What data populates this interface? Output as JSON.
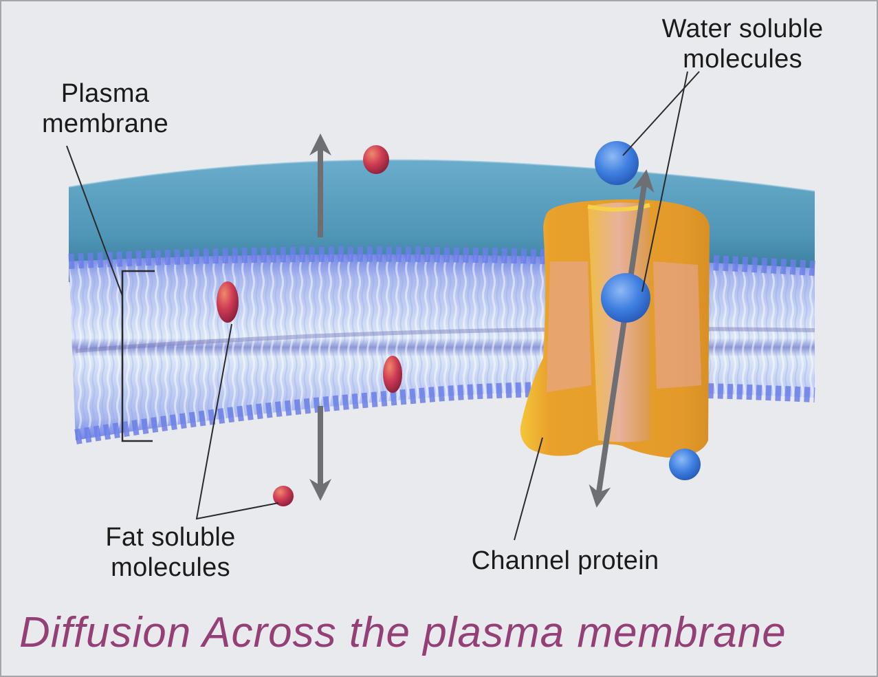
{
  "title": "Diffusion Across the plasma membrane",
  "labels": {
    "plasma_membrane": "Plasma\nmembrane",
    "water_soluble": "Water soluble\nmolecules",
    "fat_soluble": "Fat soluble\nmolecules",
    "channel_protein": "Channel protein"
  },
  "colors": {
    "title": "#944077",
    "background": "#e9eaee",
    "extracellular_water": "#5a9fbe",
    "phospholipid_heads": "#6b7fe6",
    "phospholipid_tails": "#d9e6f7",
    "channel_protein": "#e9a12c",
    "fat_molecule": "#c7354f",
    "water_molecule": "#3f7fe0",
    "arrow": "#6e6f73"
  }
}
